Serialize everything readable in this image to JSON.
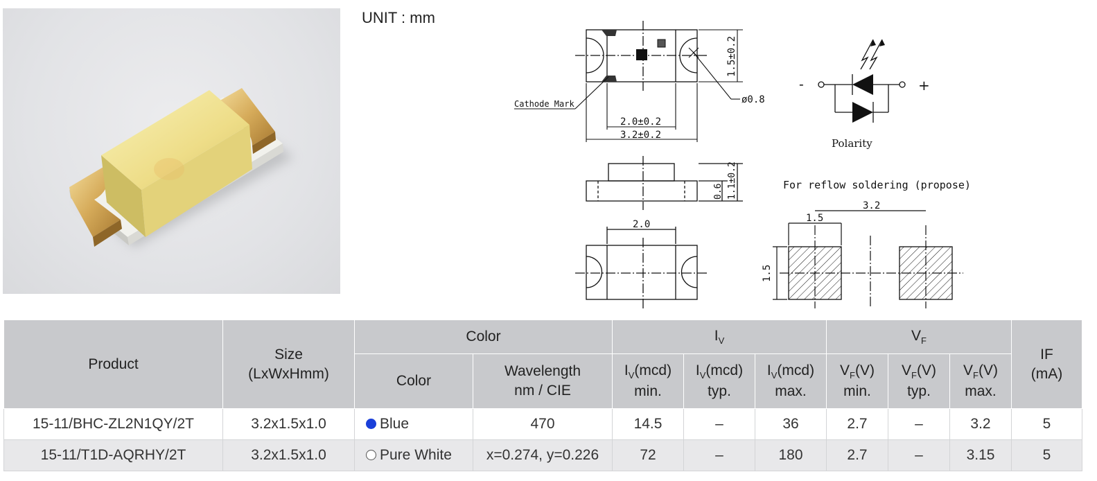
{
  "unit_label": "UNIT : mm",
  "drawing": {
    "cathode_mark": "Cathode Mark",
    "dim_height": "1.5±0.2",
    "dim_hole": "ø0.8",
    "dim_inner_len": "2.0±0.2",
    "dim_len": "3.2±0.2",
    "dim_side_a": "0.6",
    "dim_side_b": "1.1±0.2",
    "dim_bottom_len": "2.0",
    "polarity_minus": "-",
    "polarity_plus": "+",
    "polarity_label": "Polarity",
    "reflow_title": "For reflow soldering (propose)",
    "pad_pitch": "3.2",
    "pad_width": "1.5",
    "pad_height": "1.5"
  },
  "table": {
    "header": {
      "product": "Product",
      "size_line1": "Size",
      "size_line2": "(LxWxHmm)",
      "color_group": "Color",
      "iv_group_main": "I",
      "iv_group_sub": "V",
      "vf_group_main": "V",
      "vf_group_sub": "F",
      "if_line1": "IF",
      "if_line2": "(mA)",
      "color": "Color",
      "wavelength_line1": "Wavelength",
      "wavelength_line2": "nm / CIE",
      "iv_sym": "I",
      "iv_sub": "V",
      "iv_unit": "(mcd)",
      "vf_sym": "V",
      "vf_sub": "F",
      "vf_unit": "(V)",
      "min": "min.",
      "typ": "typ.",
      "max": "max."
    },
    "rows": [
      {
        "product": "15-11/BHC-ZL2N1QY/2T",
        "size": "3.2x1.5x1.0",
        "color": "Blue",
        "color_dot": "#1a3fd9",
        "wavelength": "470",
        "iv_min": "14.5",
        "iv_typ": "–",
        "iv_max": "36",
        "vf_min": "2.7",
        "vf_typ": "–",
        "vf_max": "3.2",
        "if": "5"
      },
      {
        "product": "15-11/T1D-AQRHY/2T",
        "size": "3.2x1.5x1.0",
        "color": "Pure White",
        "color_dot": "#ffffff",
        "wavelength": "x=0.274, y=0.226",
        "iv_min": "72",
        "iv_typ": "–",
        "iv_max": "180",
        "vf_min": "2.7",
        "vf_typ": "–",
        "vf_max": "3.15",
        "if": "5"
      }
    ]
  }
}
